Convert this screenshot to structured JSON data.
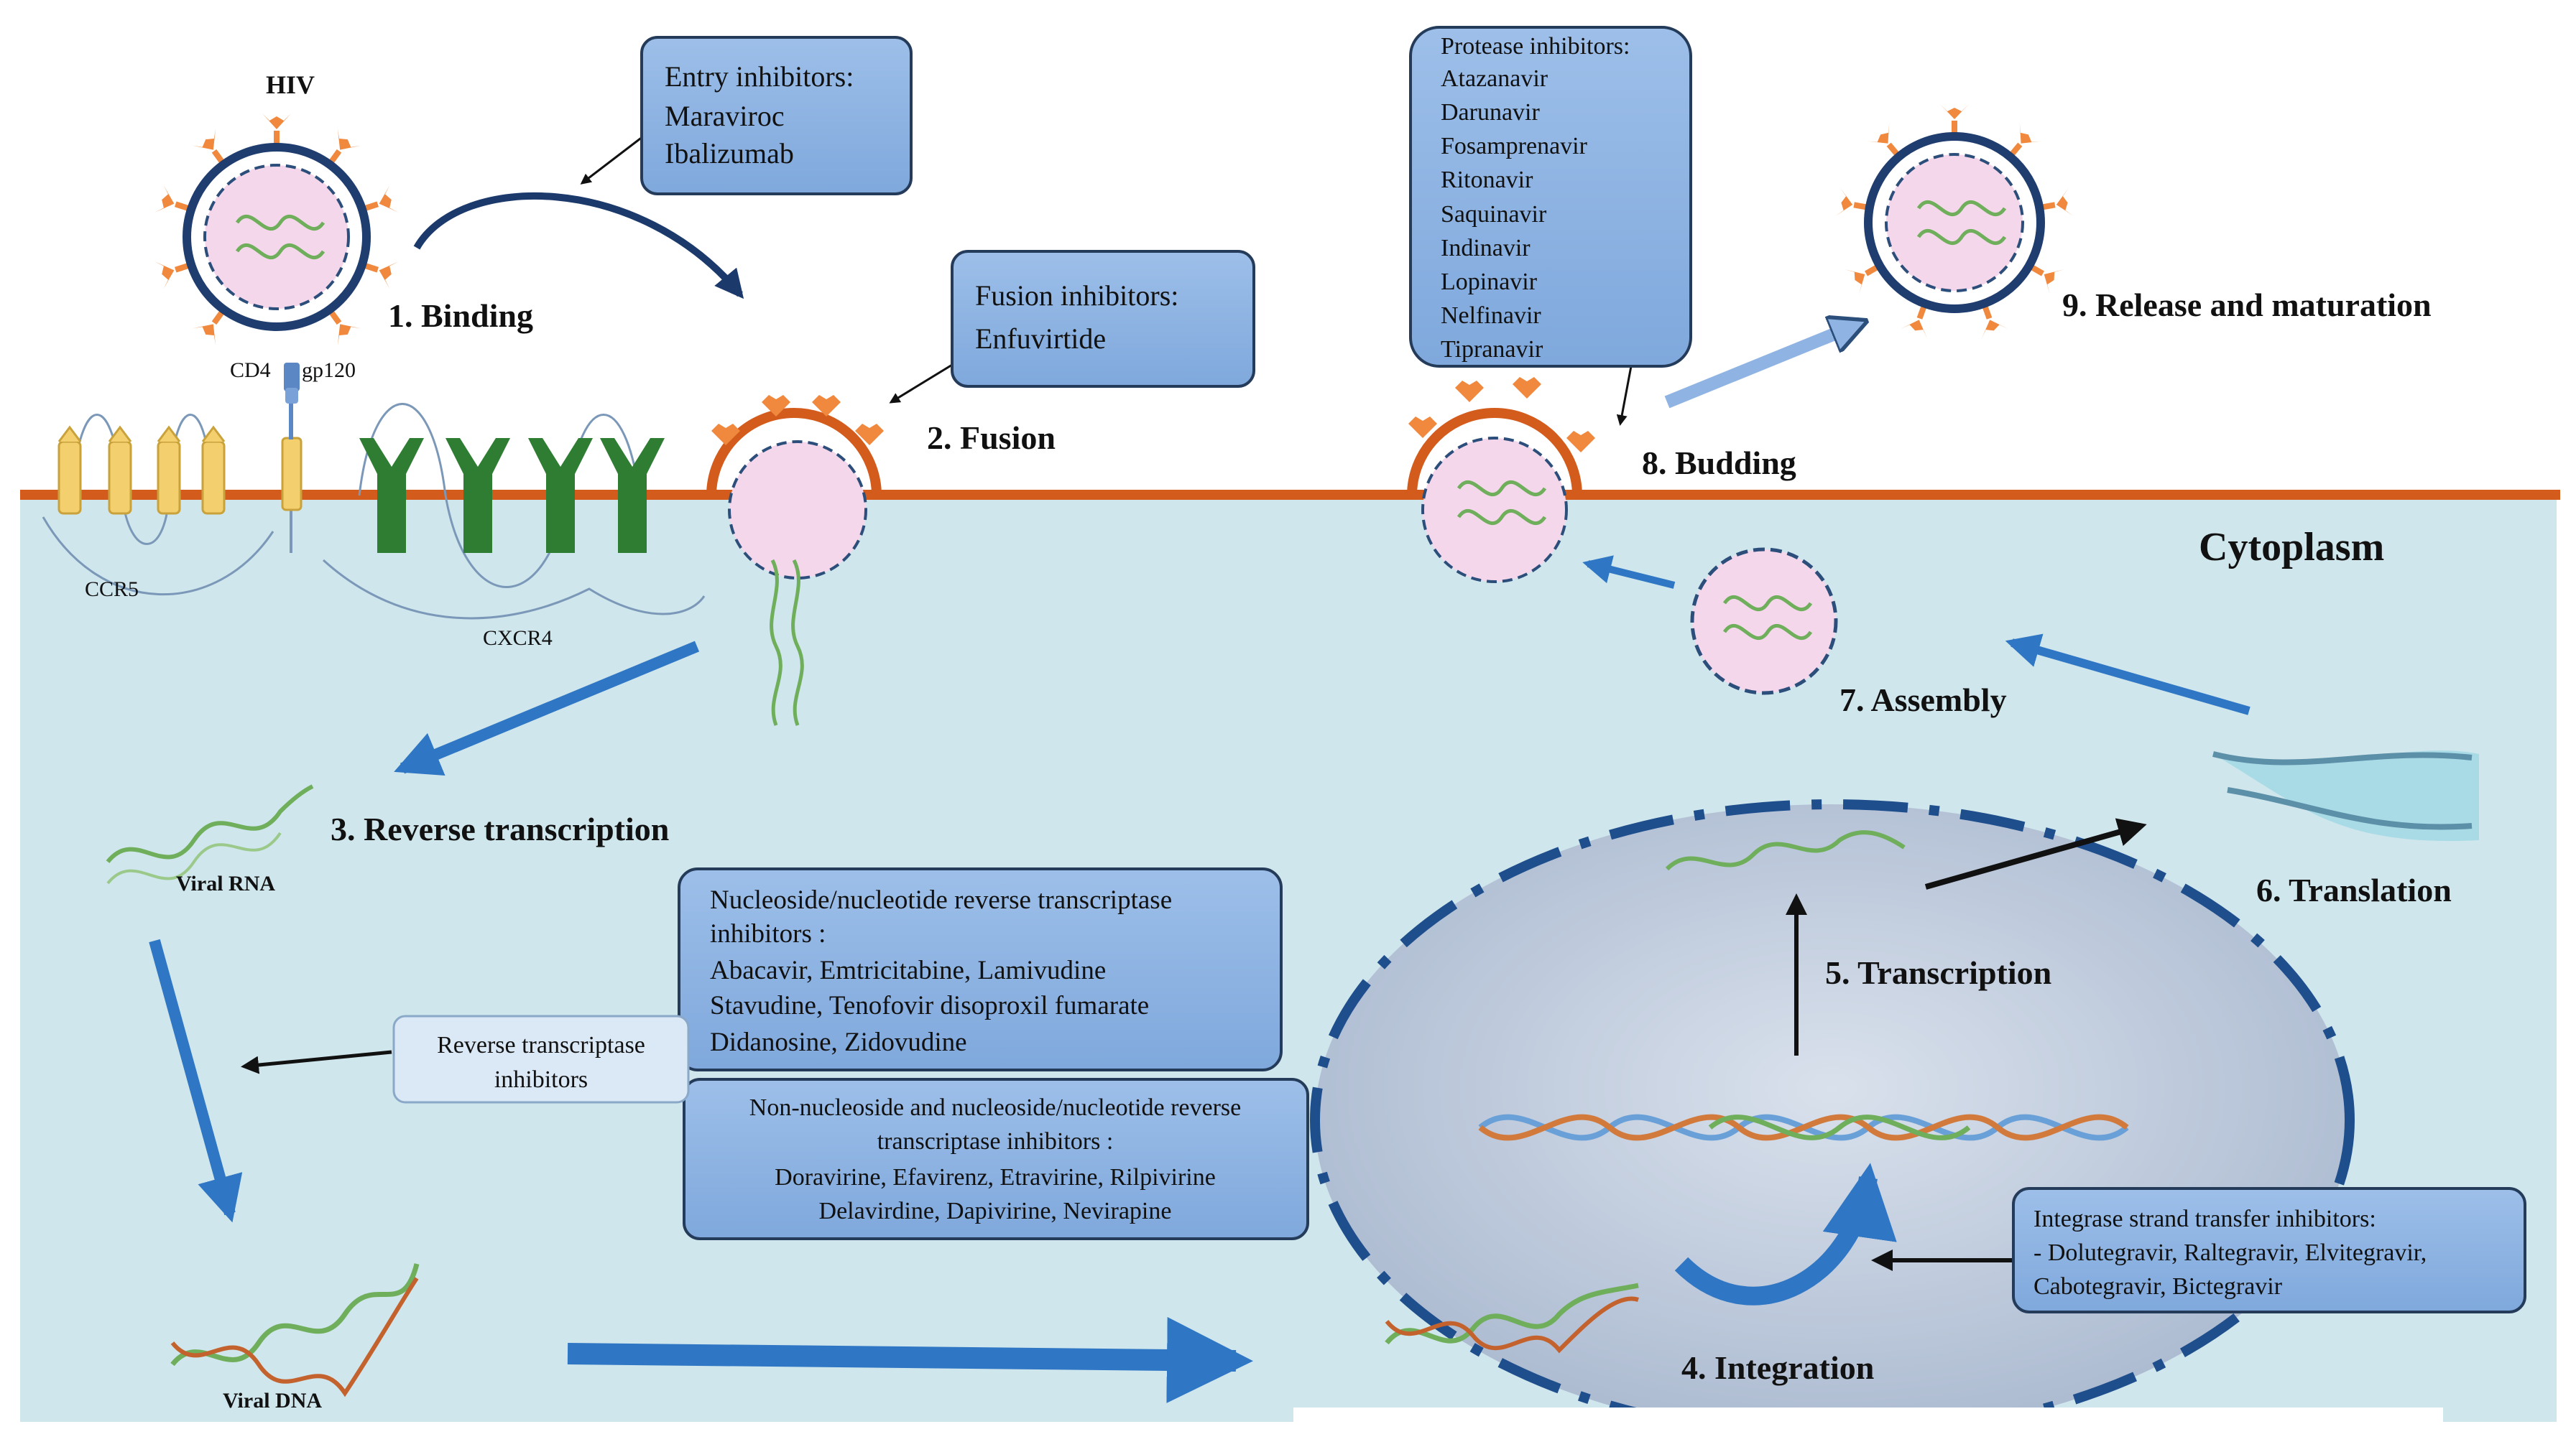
{
  "labels": {
    "hiv": "HIV",
    "cd4": "CD4",
    "gp120": "gp120",
    "ccr5": "CCR5",
    "cxcr4": "CXCR4",
    "cytoplasm": "Cytoplasm",
    "viral_rna": "Viral RNA",
    "viral_dna": "Viral DNA"
  },
  "steps": {
    "binding": "1. Binding",
    "fusion": "2. Fusion",
    "reverse_transcription": "3. Reverse transcription",
    "integration": "4. Integration",
    "transcription": "5. Transcription",
    "translation": "6. Translation",
    "assembly": "7. Assembly",
    "budding": "8. Budding",
    "release": "9. Release and maturation"
  },
  "boxes": {
    "entry": [
      "Entry inhibitors:",
      "Maraviroc",
      "Ibalizumab"
    ],
    "fusion": [
      "Fusion  inhibitors:",
      "Enfuvirtide"
    ],
    "protease": [
      "Protease inhibitors:",
      "Atazanavir",
      "Darunavir",
      "Fosamprenavir",
      "Ritonavir",
      " Saquinavir",
      "Indinavir",
      "Lopinavir",
      "Nelfinavir",
      "Tipranavir"
    ],
    "nrti": [
      "Nucleoside/nucleotide reverse transcriptase",
      "inhibitors :",
      "Abacavir, Emtricitabine, Lamivudine",
      "Stavudine, Tenofovir disoproxil fumarate",
      "Didanosine, Zidovudine"
    ],
    "rti": [
      "Reverse transcriptase",
      "inhibitors"
    ],
    "nnrti": [
      "Non-nucleoside and nucleoside/nucleotide reverse",
      "transcriptase inhibitors :",
      "Doravirine,  Efavirenz,  Etravirine,  Rilpivirine",
      "Delavirdine,  Dapivirine,  Nevirapine"
    ],
    "integrase": [
      "Integrase strand transfer inhibitors:",
      "- Dolutegravir, Raltegravir,  Elvitegravir,",
      "Cabotegravir, Bictegravir"
    ]
  },
  "colors": {
    "cytoplasm": "#cfe6ec",
    "membrane": "#d35b1c",
    "box_fill": "#8fb4e3",
    "box_stroke": "#243b5a",
    "arrow_blue": "#2f76c4",
    "virus_ring": "#1f3d6e",
    "spike": "#f0883e",
    "virus_core": "#f5d7ec",
    "receptor_green": "#2e7d32",
    "receptor_yellow": "#f4cf6d",
    "nucleus": "#b9c6d9"
  }
}
